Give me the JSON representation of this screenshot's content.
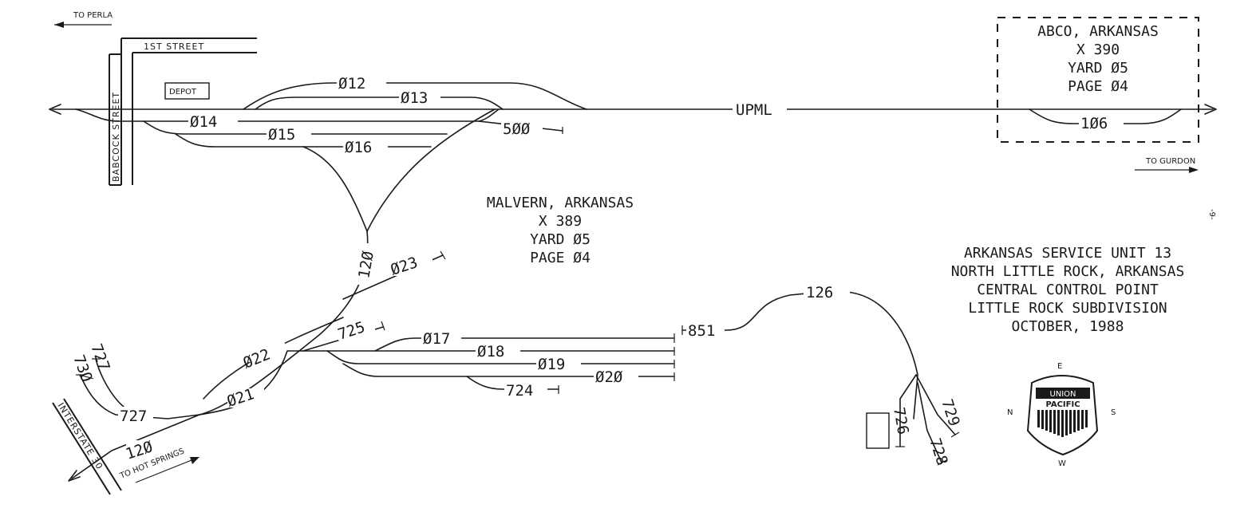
{
  "directions": {
    "to_perla": "TO PERLA",
    "to_gurdon": "TO GURDON",
    "to_hot_springs": "TO HOT SPRINGS"
  },
  "streets": {
    "first_street": "1ST  STREET",
    "babcock_street": "BABCOCK  STREET",
    "interstate": "INTERSTATE  30"
  },
  "depot": "DEPOT",
  "main_line": "UPML",
  "abco": {
    "line1": "ABCO, ARKANSAS",
    "line2": "X 390",
    "line3": "YARD Ø5",
    "line4": "PAGE Ø4"
  },
  "malvern": {
    "line1": "MALVERN, ARKANSAS",
    "line2": "X 389",
    "line3": "YARD Ø5",
    "line4": "PAGE Ø4"
  },
  "service_unit": {
    "line1": "ARKANSAS SERVICE UNIT 13",
    "line2": "NORTH LITTLE ROCK, ARKANSAS",
    "line3": "CENTRAL CONTROL POINT",
    "line4": "LITTLE ROCK SUBDIVISION",
    "line5": "OCTOBER, 1988"
  },
  "tracks": {
    "t012": "Ø12",
    "t013": "Ø13",
    "t014": "Ø14",
    "t015": "Ø15",
    "t016": "Ø16",
    "t500": "5ØØ",
    "t106": "1Ø6",
    "t120_upper": "12Ø",
    "t023": "Ø23",
    "t022": "Ø22",
    "t021": "Ø21",
    "t725": "725",
    "t017": "Ø17",
    "t018": "Ø18",
    "t019": "Ø19",
    "t020": "Ø2Ø",
    "t724": "724",
    "t851": "851",
    "t126": "126",
    "t726": "726",
    "t729": "729",
    "t728": "728",
    "t727_tail": "727",
    "t727": "727",
    "t730": "73Ø",
    "t120_lower": "12Ø"
  },
  "compass": {
    "e": "E",
    "n": "N",
    "s": "S",
    "w": "W"
  },
  "logo": {
    "line1": "UNION",
    "line2": "PACIFIC"
  },
  "page_mark": "-9-"
}
